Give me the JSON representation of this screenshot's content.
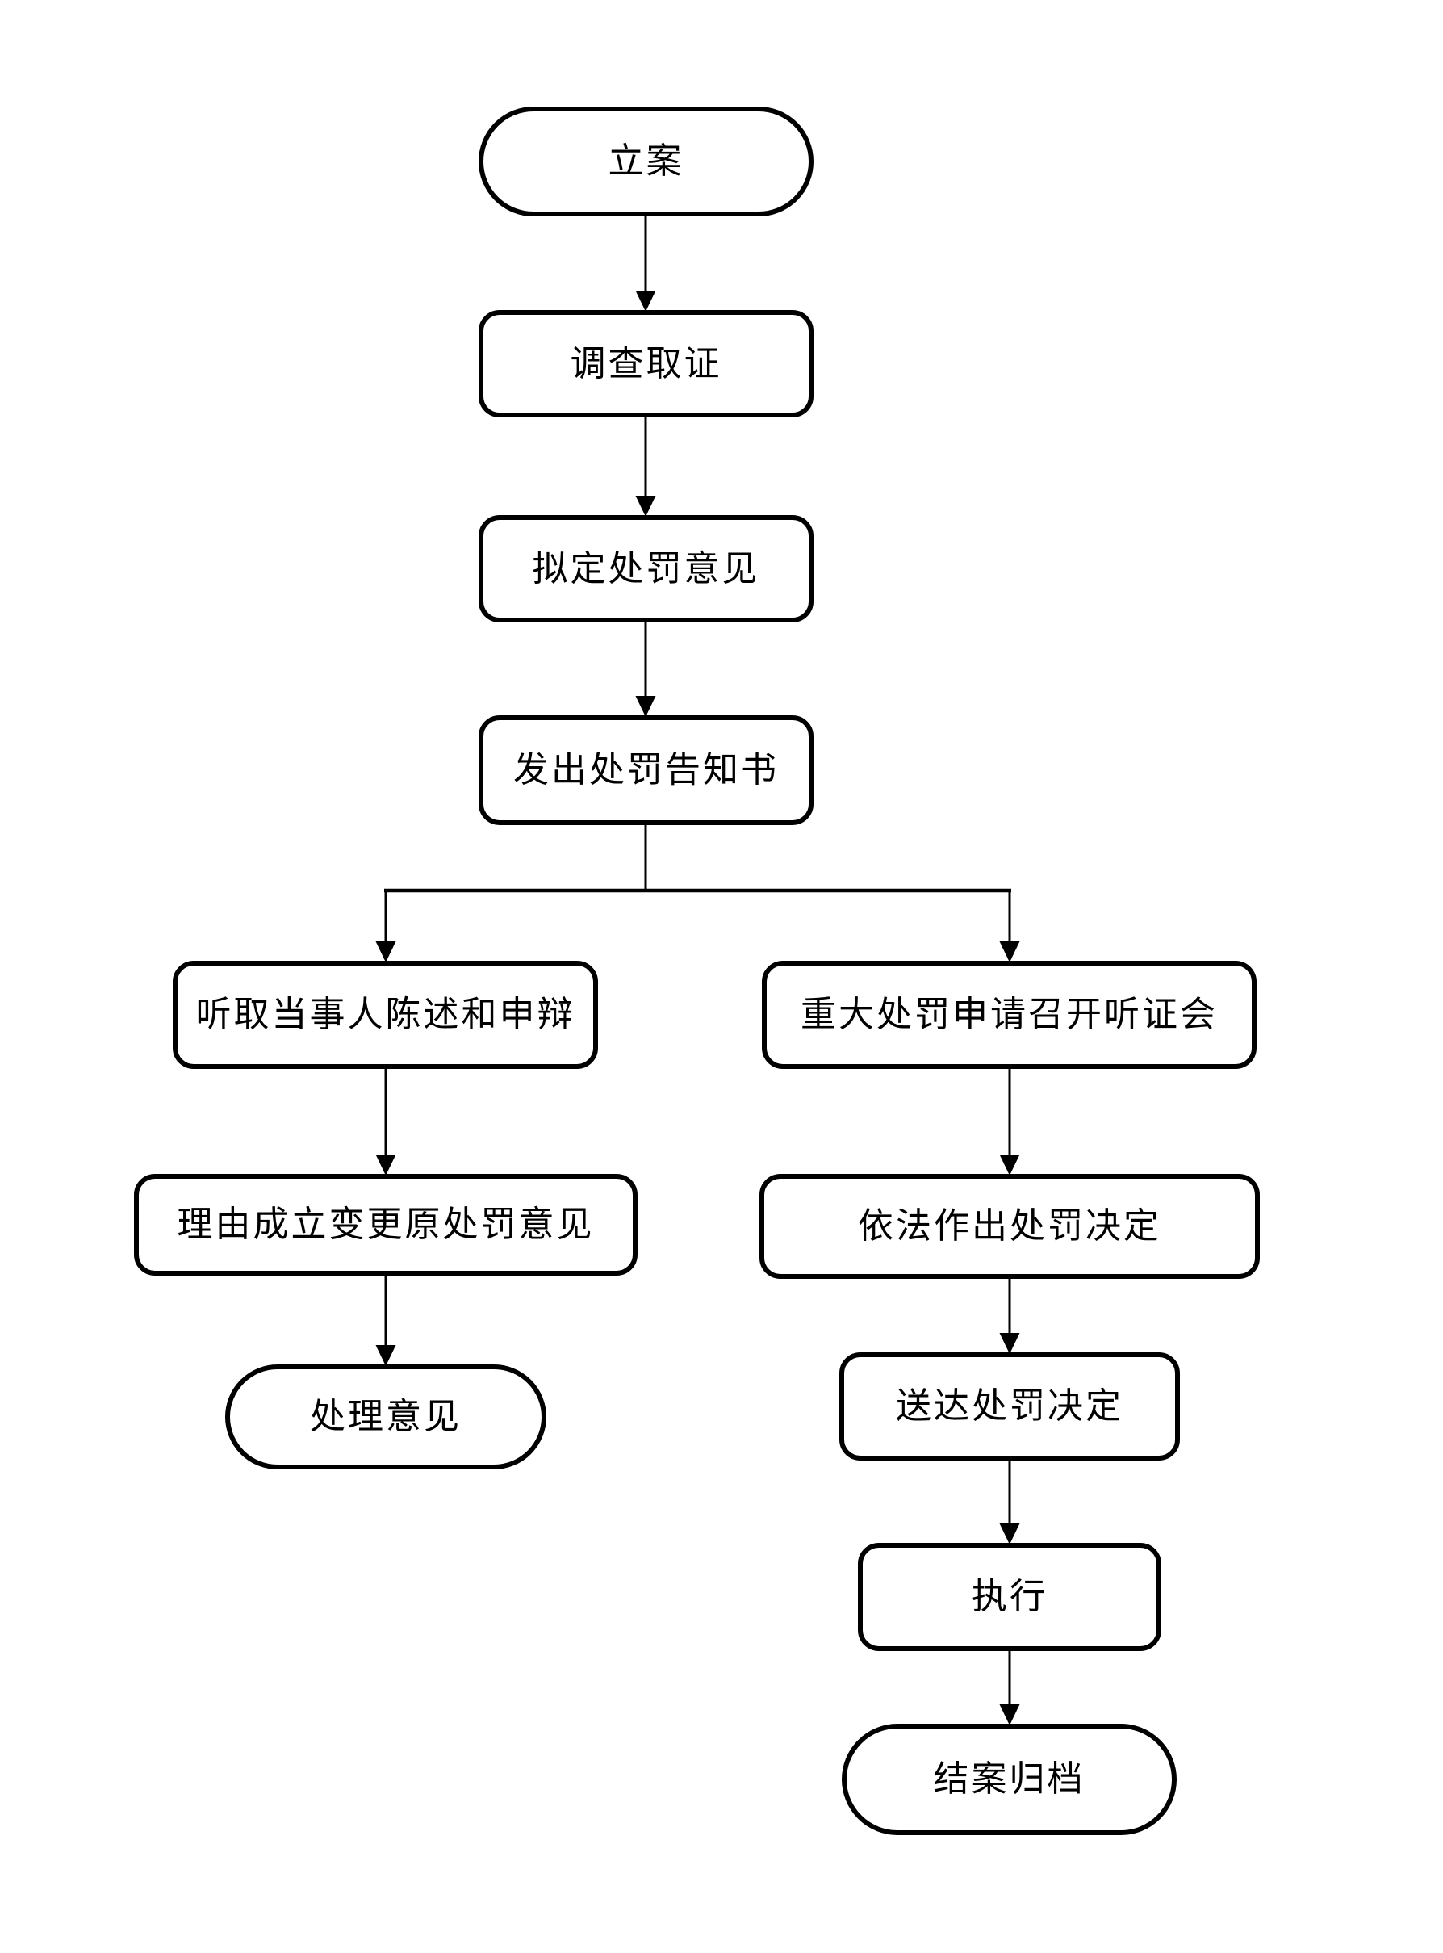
{
  "diagram": {
    "type": "flowchart",
    "background_color": "#ffffff",
    "line_color": "#000000",
    "nodes": [
      {
        "id": "case-filing",
        "shape": "terminator",
        "label": "立案"
      },
      {
        "id": "investigation",
        "shape": "process",
        "label": "调查取证"
      },
      {
        "id": "draft-penalty-opinion",
        "shape": "process",
        "label": "拟定处罚意见"
      },
      {
        "id": "penalty-notice",
        "shape": "process",
        "label": "发出处罚告知书"
      },
      {
        "id": "hear-statement-defense",
        "shape": "process",
        "label": "听取当事人陈述和申辩"
      },
      {
        "id": "hearing-application",
        "shape": "process",
        "label": "重大处罚申请召开听证会"
      },
      {
        "id": "modify-opinion",
        "shape": "process",
        "label": "理由成立变更原处罚意见"
      },
      {
        "id": "penalty-decision",
        "shape": "process",
        "label": "依法作出处罚决定"
      },
      {
        "id": "handling-opinion",
        "shape": "terminator",
        "label": "处理意见"
      },
      {
        "id": "deliver-decision",
        "shape": "process",
        "label": "送达处罚决定"
      },
      {
        "id": "execution",
        "shape": "process",
        "label": "执行"
      },
      {
        "id": "case-closure-archive",
        "shape": "terminator",
        "label": "结案归档"
      }
    ],
    "edges": [
      {
        "from": "case-filing",
        "to": "investigation"
      },
      {
        "from": "investigation",
        "to": "draft-penalty-opinion"
      },
      {
        "from": "draft-penalty-opinion",
        "to": "penalty-notice"
      },
      {
        "from": "penalty-notice",
        "to": "hear-statement-defense"
      },
      {
        "from": "penalty-notice",
        "to": "hearing-application"
      },
      {
        "from": "hear-statement-defense",
        "to": "modify-opinion"
      },
      {
        "from": "modify-opinion",
        "to": "handling-opinion"
      },
      {
        "from": "hearing-application",
        "to": "penalty-decision"
      },
      {
        "from": "penalty-decision",
        "to": "deliver-decision"
      },
      {
        "from": "deliver-decision",
        "to": "execution"
      },
      {
        "from": "execution",
        "to": "case-closure-archive"
      }
    ]
  }
}
